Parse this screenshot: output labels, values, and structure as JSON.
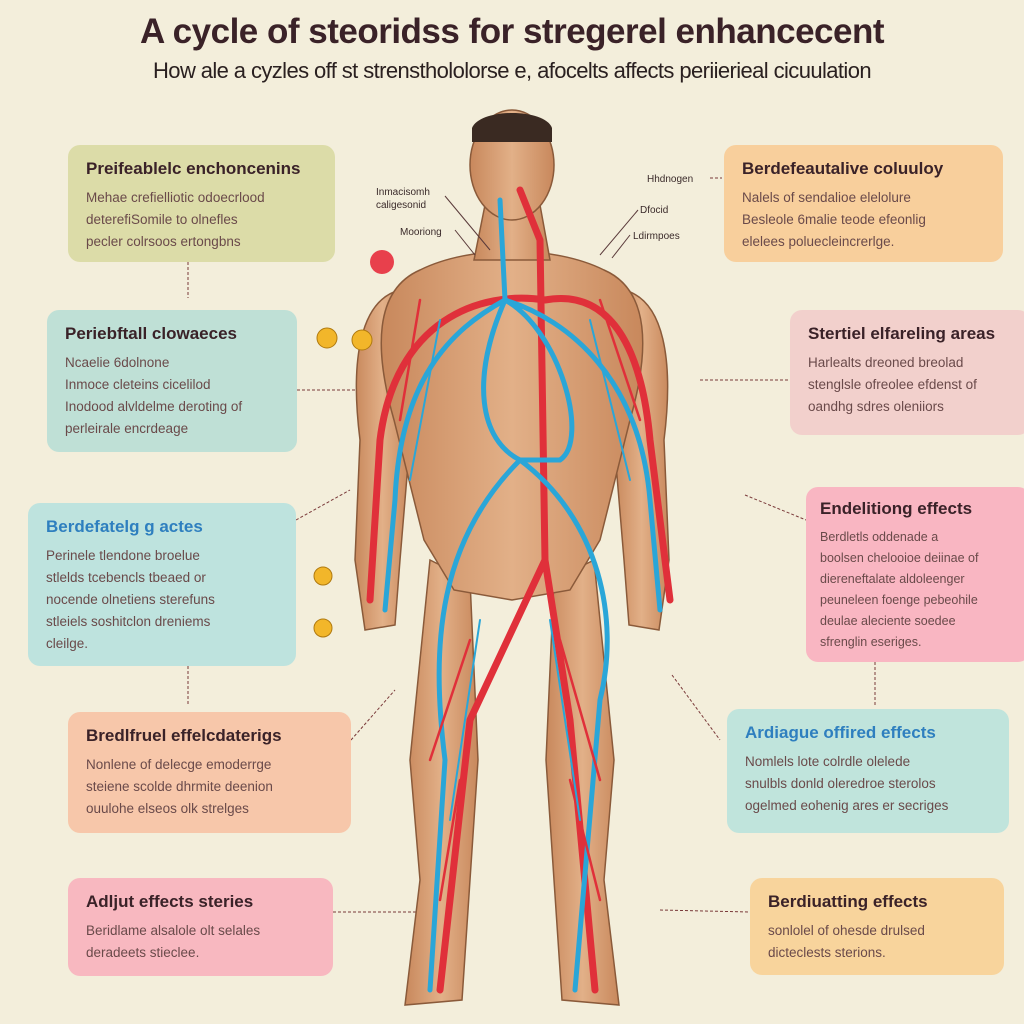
{
  "title": "A cycle of steoridss  for stregerel enhancecent",
  "subtitle": "How ale a cyzles off st strensthololorse e, afocelts affects periierieal cicuulation",
  "anatomy_labels": [
    "Inmacisomh\ncaligesonid",
    "Mooriong",
    "Hhdnogen",
    "Dfocid",
    "Ldirmpoes"
  ],
  "left_panels": [
    {
      "title": "Preifeablelc enchoncenins",
      "lines": [
        "Mehae crefielliotic odoecrlood",
        "deterefiSomile to olnefles",
        "pecler colrsoos ertongbns"
      ],
      "color": "#dcdca8"
    },
    {
      "title": "Periebftall clowaeces",
      "lines": [
        "Ncaelie 6dolnone",
        "Inmoce cleteins cicelilod",
        "Inodood alvldelme deroting of",
        "perleirale encrdeage"
      ],
      "color": "#bfe0d6"
    },
    {
      "title": "Berdefatelg g actes",
      "lines": [
        "Perinele tlendone broelue",
        "stlelds tcebencls tbeaed or",
        "nocende olnetiens sterefuns",
        "stleiels soshitclon dreniems",
        "cleilge."
      ],
      "color": "#bee3de"
    },
    {
      "title": "Bredlfruel effelcdaterigs",
      "lines": [
        "Nonlene of delecge emoderrge",
        "steiene scolde dhrmite deenion",
        "ouulohe elseos olk strelges"
      ],
      "color": "#f7c7aa"
    },
    {
      "title": "Adljut effects steries",
      "lines": [
        "Beridlame alsalole olt selales",
        "deradeets stieclee."
      ],
      "color": "#f8b8c0"
    }
  ],
  "right_panels": [
    {
      "title": "Berdefeautalive coluuloy",
      "lines": [
        "Nalels of sendalioe elelolure",
        "Besleole 6malie teode efeonlig",
        "elelees poluecleincrerlge."
      ],
      "color": "#f8cf9c"
    },
    {
      "title": "Stertiel elfareling areas",
      "lines": [
        "Harlealts dreoned breolad",
        "stenglsle ofreolee efdenst of",
        "oandhg sdres oleniiors"
      ],
      "color": "#f2d0cc"
    },
    {
      "title": "Endelitiong effects",
      "lines": [
        "Berdletls oddenade a",
        "boolsen chelooioe deiinae of",
        "diereneftalate aldoleenger",
        "peuneleen foenge pebeohile",
        "deulae aleciente soedee",
        "sfrenglin eseriges."
      ],
      "color": "#f9b6c2"
    },
    {
      "title": "Ardiague offired effects",
      "lines": [
        "Nomlels lote colrdle olelede",
        "snulbls donld oleredroe sterolos",
        "ogelmed eohenig ares er secriges"
      ],
      "color": "#c0e4dc"
    },
    {
      "title": "Berdiuatting effects",
      "lines": [
        "sonlolel of ohesde drulsed",
        "dicteclests sterions."
      ],
      "color": "#f8d49c"
    }
  ],
  "colors": {
    "artery": "#e0303a",
    "vein": "#2aa6d8",
    "skin": "#d9a276"
  }
}
